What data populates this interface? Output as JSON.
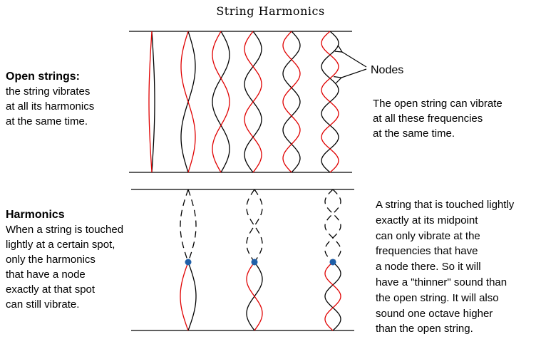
{
  "title": "String Harmonics",
  "open_strings": {
    "heading": "Open strings:",
    "lines": [
      "the string vibrates",
      "at all its harmonics",
      "at the same time."
    ]
  },
  "harmonics": {
    "heading": "Harmonics",
    "lines": [
      "When a string is touched",
      "lightly at a certain spot,",
      "only the harmonics",
      "that have a node",
      "exactly at that spot",
      "can still vibrate."
    ]
  },
  "nodes_label": "Nodes",
  "open_right_text": {
    "lines": [
      "The open string can vibrate",
      "at all these frequencies",
      "at the same time."
    ]
  },
  "harmonics_right_text": {
    "lines": [
      "A string that is touched lightly",
      "exactly at its midpoint",
      "can only vibrate at the",
      "frequencies that have",
      "a node there. So it will",
      "have a \"thinner\" sound than",
      "the open string. It will also",
      "sound one octave higher",
      "than the open string."
    ]
  },
  "colors": {
    "line": "#000000",
    "accent": "#e00000",
    "node": "#1f5fa8"
  },
  "diagram": {
    "open_modes": [
      1,
      2,
      3,
      4,
      5,
      6
    ],
    "touched_modes": [
      2,
      4,
      6
    ]
  }
}
